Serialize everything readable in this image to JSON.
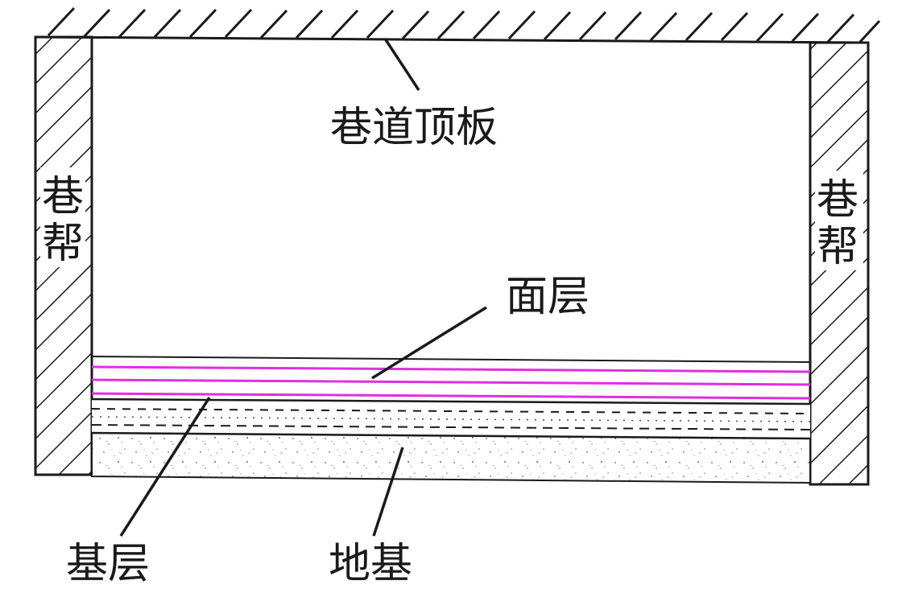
{
  "labels": {
    "roof": "巷道顶板",
    "left_wall": "巷帮",
    "right_wall": "巷帮",
    "surface_layer": "面层",
    "base_layer": "基层",
    "foundation": "地基"
  },
  "colors": {
    "line": "#1a1a1a",
    "surface_layer_lines": "#e02ee0",
    "background": "#ffffff"
  }
}
